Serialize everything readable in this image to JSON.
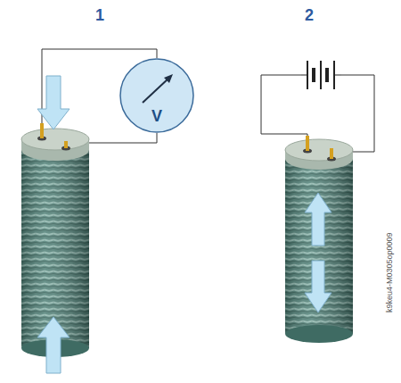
{
  "diagram": {
    "nodes": [
      {
        "text": [
          "V"
        ]
      }
    ],
    "labels": [
      "1",
      "2",
      "k9keu4-M0305op0009"
    ]
  }
}
